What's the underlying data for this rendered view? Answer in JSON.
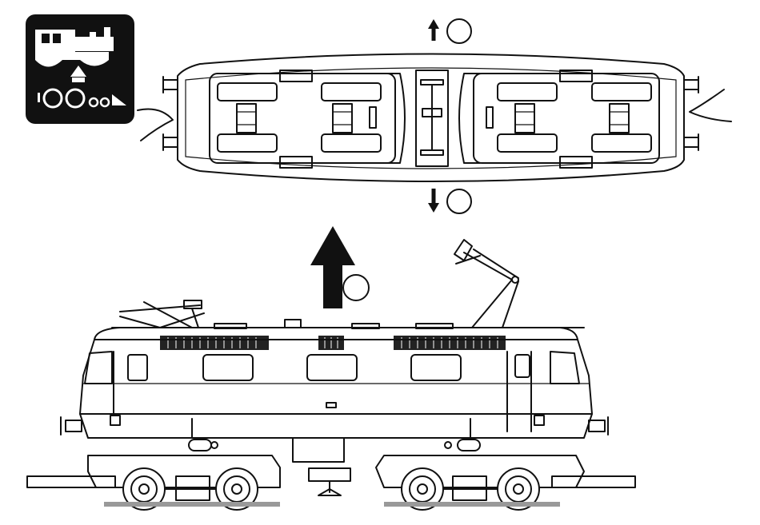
{
  "diagram": {
    "badge": {
      "icon": "steam-locomotive-lift-icon",
      "color": "#111111"
    },
    "step_markers": [
      {
        "id": "top-up",
        "label": ""
      },
      {
        "id": "top-down",
        "label": ""
      },
      {
        "id": "main-up",
        "label": ""
      }
    ],
    "views": [
      "locomotive-top-view",
      "locomotive-side-view"
    ],
    "colors": {
      "line": "#111111",
      "background": "#ffffff"
    }
  }
}
